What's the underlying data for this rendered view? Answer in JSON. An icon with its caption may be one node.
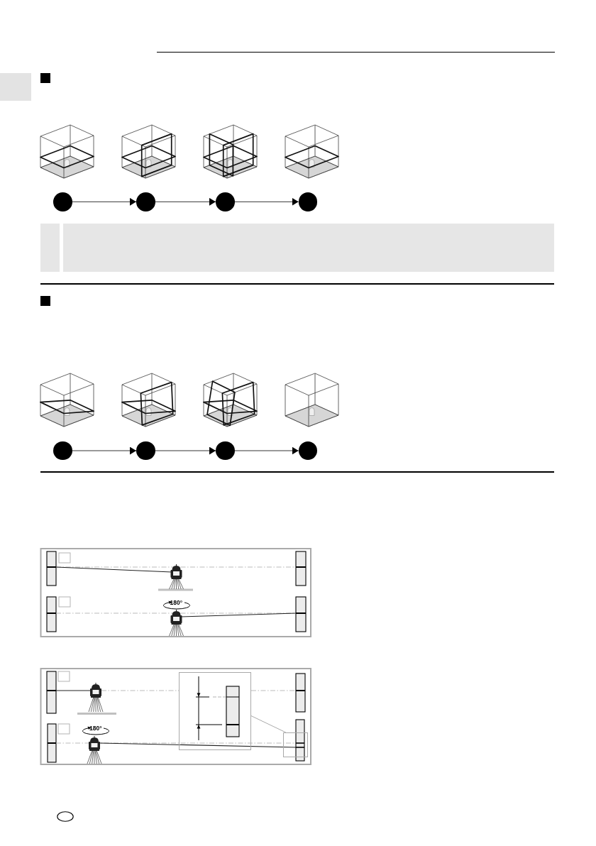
{
  "diagram": {
    "nodes": [
      {
        "text": [],
        "shape": "circle"
      },
      {
        "text": [],
        "shape": "circle"
      },
      {
        "text": [],
        "shape": "circle"
      },
      {
        "text": [],
        "shape": "circle"
      },
      {
        "text": [],
        "shape": "circle"
      },
      {
        "text": [],
        "shape": "circle"
      },
      {
        "text": [],
        "shape": "circle"
      },
      {
        "text": [],
        "shape": "circle"
      },
      {
        "text": [],
        "shape": "box"
      },
      {
        "text": [],
        "shape": "box"
      }
    ],
    "edges": [
      {
        "from": 0,
        "to": 1,
        "arrow": "to"
      },
      {
        "from": 1,
        "to": 2,
        "arrow": "to"
      },
      {
        "from": 2,
        "to": 3,
        "arrow": "to"
      },
      {
        "from": 4,
        "to": 5,
        "arrow": "to"
      },
      {
        "from": 5,
        "to": 6,
        "arrow": "to"
      },
      {
        "from": 6,
        "to": 7,
        "arrow": "to"
      },
      {
        "from": 8,
        "to": 9,
        "arrow": "none",
        "color": "#aaaaaa"
      }
    ],
    "labels": [
      "180°",
      "180°"
    ]
  }
}
